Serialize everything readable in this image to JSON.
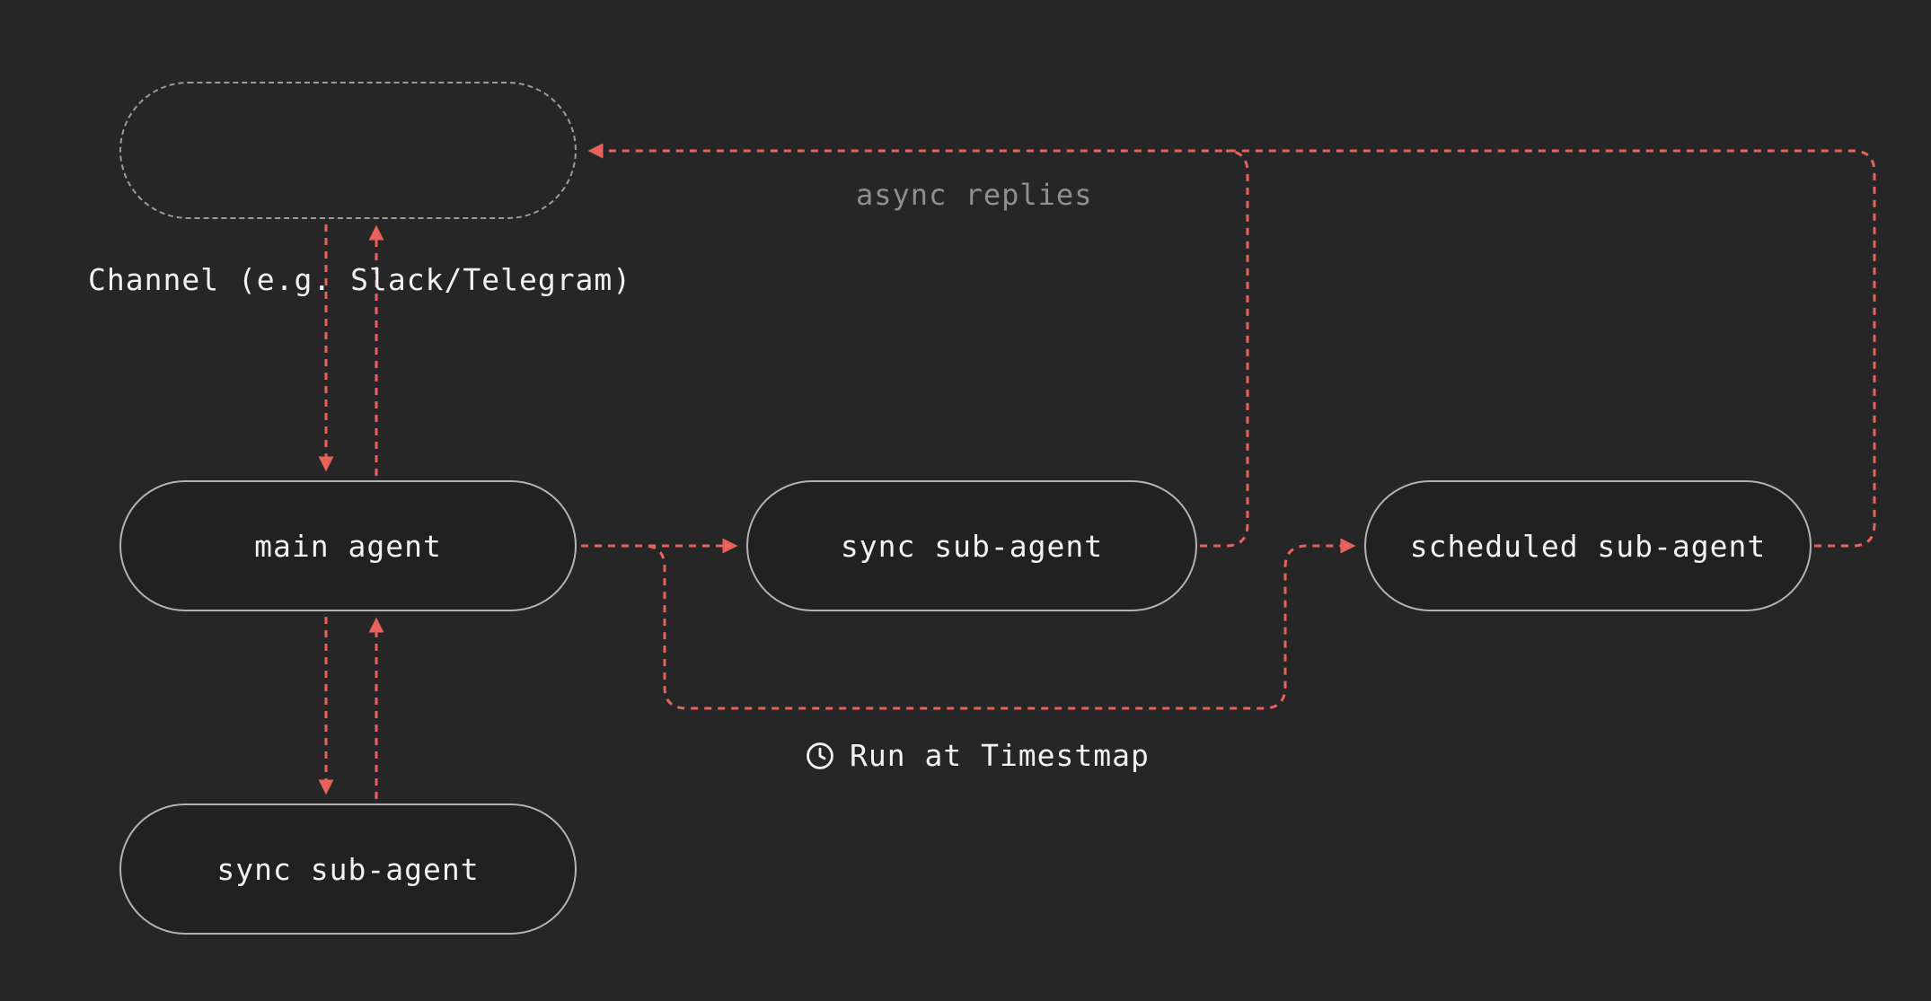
{
  "theme": {
    "background": "#262626",
    "node_fill": "#212121",
    "node_border": "#b3b3b3",
    "channel_border": "#9b9b9b",
    "arrow": "#e8625c",
    "text": "#f2f2f2",
    "muted_text": "#8f8f8f"
  },
  "nodes": {
    "channel": {
      "label": ""
    },
    "main_agent": {
      "label": "main agent"
    },
    "sync_sub_agent": {
      "label": "sync sub-agent"
    },
    "scheduled_sub_agent": {
      "label": "scheduled sub-agent"
    },
    "sync_sub_agent_bottom": {
      "label": "sync sub-agent"
    }
  },
  "labels": {
    "channel_caption": "Channel (e.g. Slack/Telegram)",
    "async_replies": "async replies",
    "run_at_timestamp": "Run at Timestmap"
  }
}
